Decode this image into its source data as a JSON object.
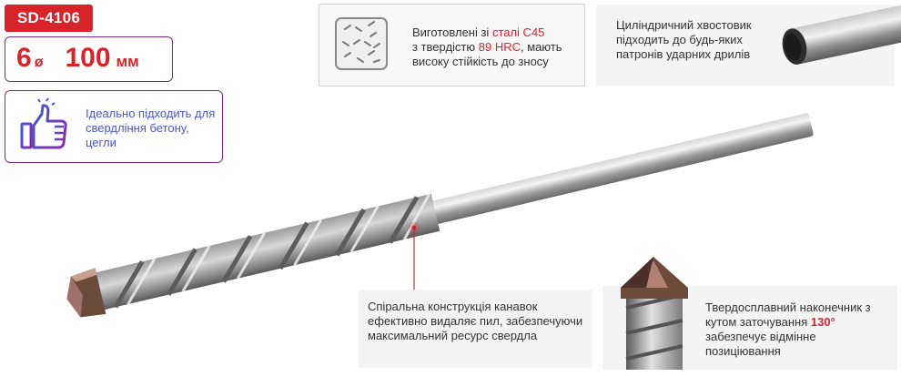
{
  "sku": "SD-4106",
  "size": {
    "diameter": "6",
    "diameter_symbol": "ø",
    "length": "100",
    "unit": "мм"
  },
  "suitable": {
    "text": "Ідеально підходить для свердління бетону, цегли"
  },
  "steel": {
    "line1_pre": "Виготовлені зі ",
    "line1_red": "сталі С45",
    "line2_pre": "з твердістю ",
    "line2_red": "89 HRC",
    "line2_post": ", мають",
    "line3": "високу стійкість до зносу"
  },
  "shank": {
    "text": "Циліндричний хвостовик підходить до будь-яких патронів ударних дрилів"
  },
  "groove": {
    "text": "Спіральна конструкція канавок ефективно видаляє пил, забезпечуючи максимальний ресурс свердла"
  },
  "tip": {
    "pre": "Твердосплавний наконечник з кутом заточування ",
    "red": "130°",
    "post": " забезпечує відмінне позиціювання"
  },
  "colors": {
    "accent_red": "#d8232a",
    "frame_purple": "#7d2a8e",
    "text_blue": "#4a58c8"
  },
  "icons": [
    "thumbs-up-icon",
    "steel-texture-icon",
    "drill-shank-image",
    "drill-tip-image",
    "drill-bit-image"
  ]
}
